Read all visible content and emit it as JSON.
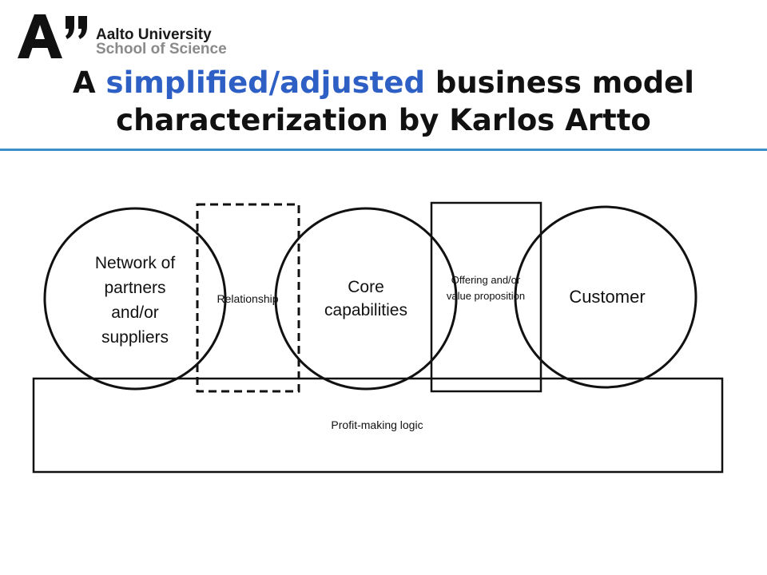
{
  "header": {
    "logo_line1": "Aalto University",
    "logo_line2": "School of Science"
  },
  "title": {
    "prefix": "A ",
    "highlight": "simplified/adjusted",
    "rest_line1": " business model",
    "line2": "characterization by Karlos Artto"
  },
  "diagram": {
    "network_label": "Network of partners and/or suppliers",
    "relationship_label": "Relationship",
    "core_label": "Core capabilities",
    "offering_label": "Offering and/or value proposition",
    "customer_label": "Customer",
    "profit_label": "Profit-making logic"
  },
  "colors": {
    "accent": "#2d5fc4",
    "rule": "#3a8fc9",
    "logo_grey": "#8a8a8a"
  }
}
